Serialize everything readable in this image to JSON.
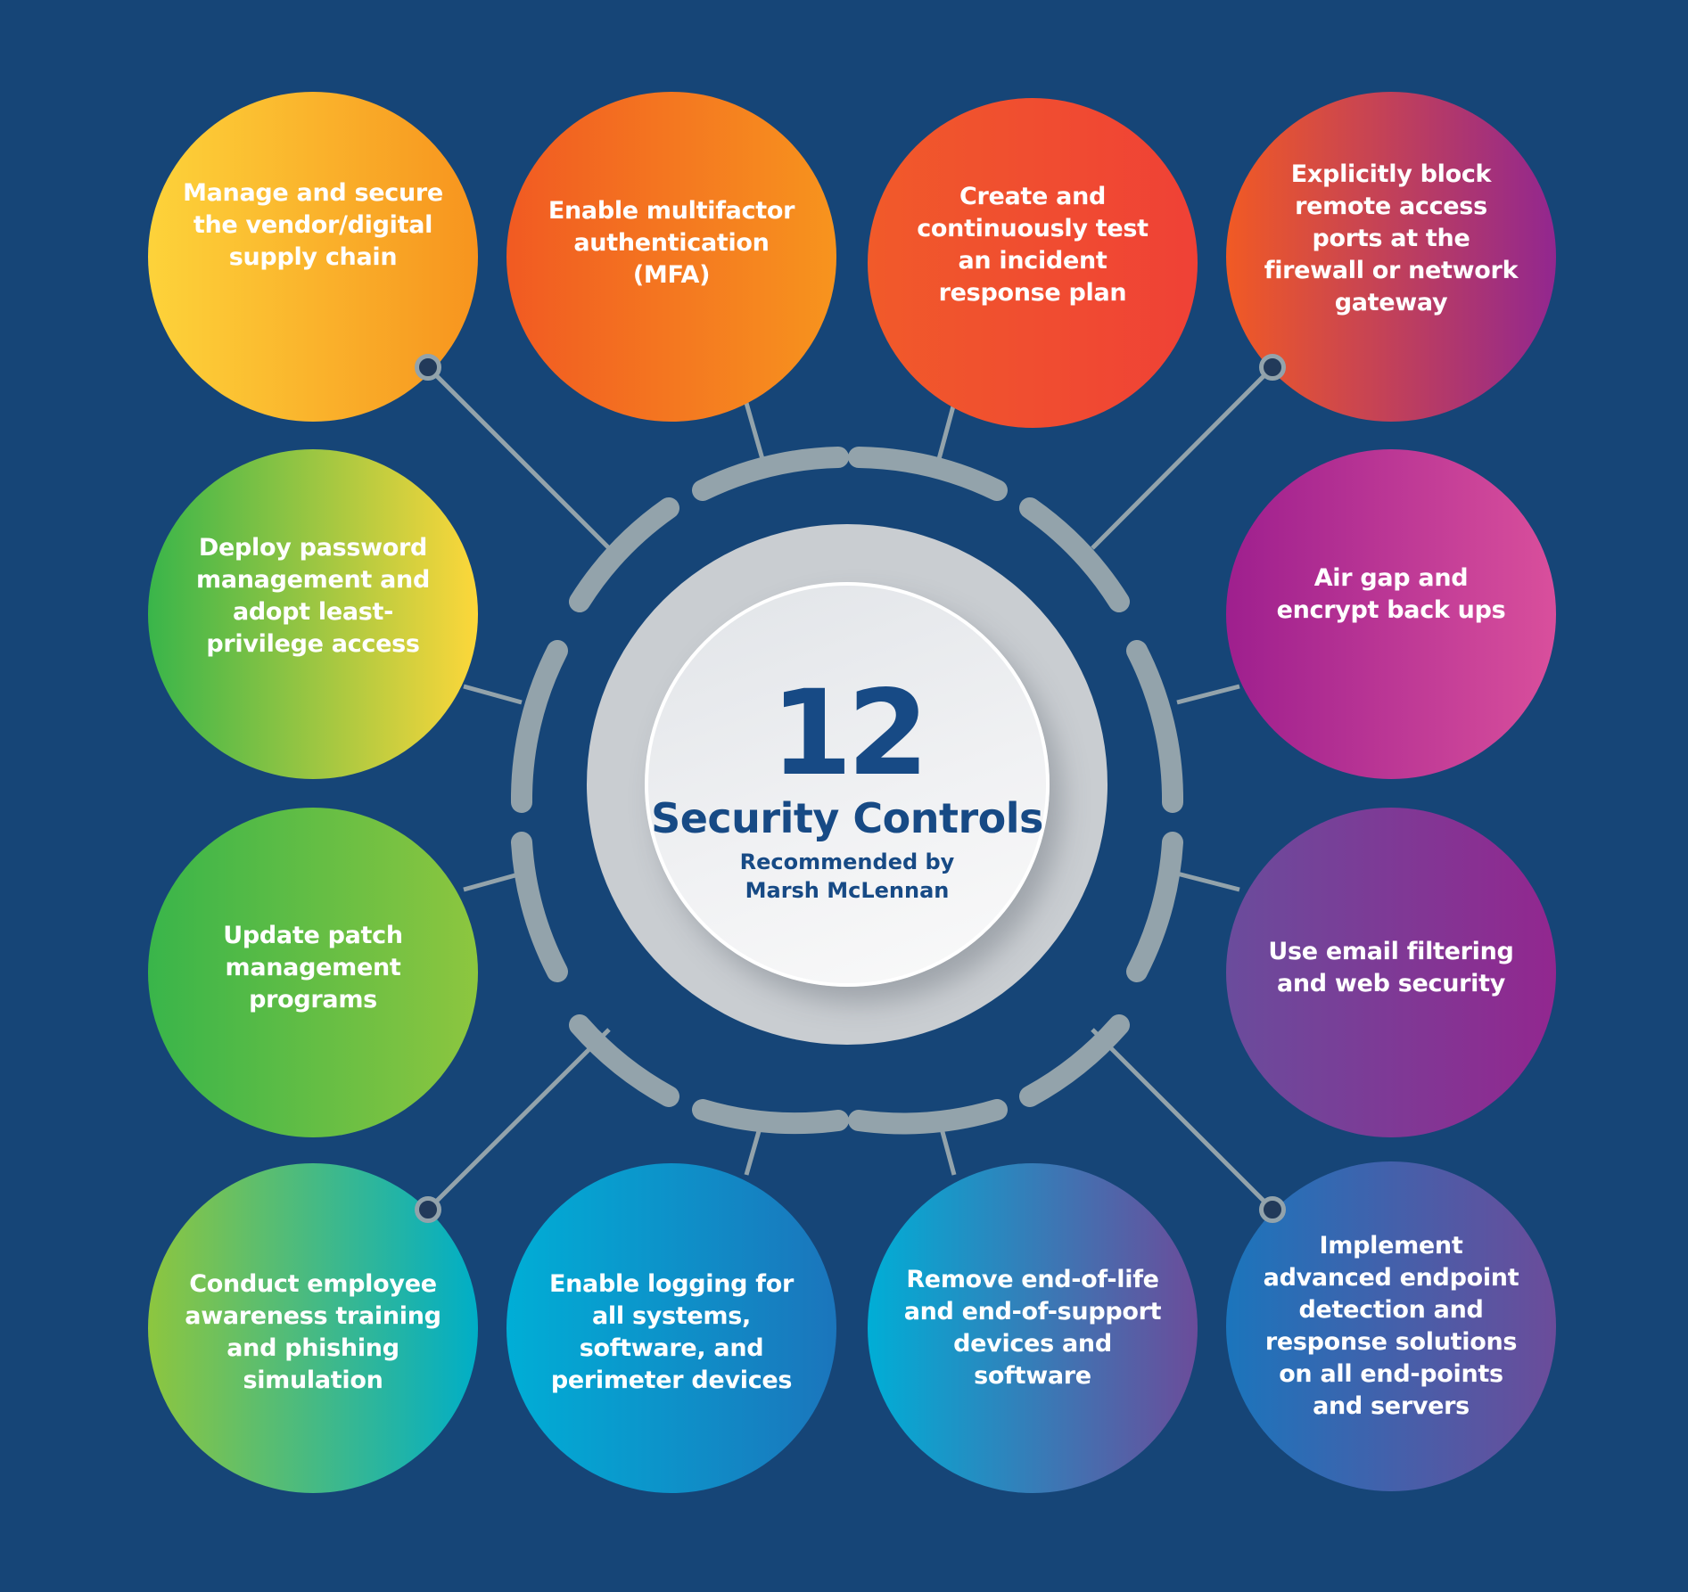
{
  "background_color": "#164577",
  "center": {
    "number": "12",
    "title": "Security Controls",
    "subtitle_line1": "Recommended by",
    "subtitle_line2": "Marsh McLennan",
    "text_color": "#174a85"
  },
  "ring_color": "#93a3ab",
  "controls": [
    {
      "label": "Manage and secure the vendor/digital supply chain",
      "gradient": [
        "#fdd33a",
        "#f7941e"
      ]
    },
    {
      "label": "Enable multifactor authentication (MFA)",
      "gradient": [
        "#f15a22",
        "#f7941e"
      ]
    },
    {
      "label": "Create and continuously test an incident response plan",
      "gradient": [
        "#f15a2a",
        "#ef4136"
      ]
    },
    {
      "label": "Explicitly block remote access ports at the firewall or network gateway",
      "gradient": [
        "#f15a24",
        "#92278f"
      ]
    },
    {
      "label": "Deploy password management and adopt least-privilege access",
      "gradient": [
        "#39b54a",
        "#fdd73a"
      ]
    },
    {
      "label": "Air gap and encrypt back ups",
      "gradient": [
        "#9e1f8e",
        "#d94f9c"
      ]
    },
    {
      "label": "Update patch management programs",
      "gradient": [
        "#39b54a",
        "#8dc63f"
      ]
    },
    {
      "label": "Use email filtering and web security",
      "gradient": [
        "#6a4c9c",
        "#92278f"
      ]
    },
    {
      "label": "Conduct employee awareness training and phishing simulation",
      "gradient": [
        "#8dc63f",
        "#00aec7"
      ]
    },
    {
      "label": "Enable logging for all systems, software, and perimeter devices",
      "gradient": [
        "#00aed6",
        "#1b75bc"
      ]
    },
    {
      "label": "Remove end-of-life and end-of-support devices and software",
      "gradient": [
        "#00aed6",
        "#6b4c9a"
      ]
    },
    {
      "label": "Implement advanced endpoint detection and response solutions on all end-points and servers",
      "gradient": [
        "#1b75bc",
        "#6b4c9a"
      ]
    }
  ]
}
